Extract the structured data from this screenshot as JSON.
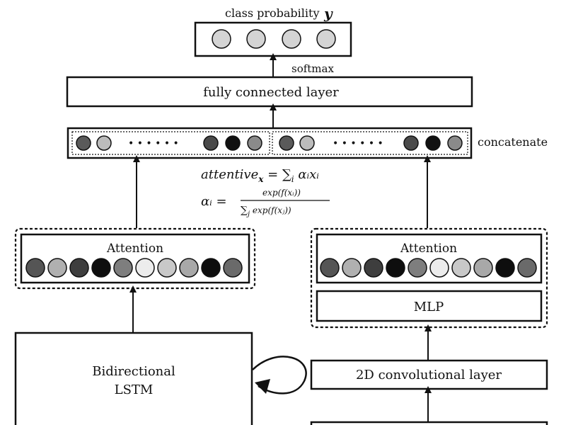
{
  "colors": {
    "stroke": "#111111",
    "background": "#ffffff"
  },
  "labels": {
    "class_probability": "class probability",
    "class_probability_var": "y",
    "softmax": "softmax",
    "fully_connected": "fully connected layer",
    "concatenate": "concatenate",
    "attention_left": "Attention",
    "attention_right": "Attention",
    "mlp": "MLP",
    "lstm_line1": "Bidirectional",
    "lstm_line2": "LSTM",
    "conv2d": "2D convolutional layer",
    "ellipsis": "• • •   • • •"
  },
  "formulas": {
    "attentive": {
      "lhs": "attentive",
      "lhs_sub": "x",
      "rhs": " = ∑",
      "rhs_sub": "i",
      "rhs_tail": " αᵢxᵢ"
    },
    "alpha": {
      "lhs": "αᵢ =",
      "numerator": "exp(f(xᵢ))",
      "denominator_sum": "∑",
      "denominator_sub": "j",
      "denominator": " exp(f(xⱼ))"
    }
  },
  "nodes": {
    "output_neurons": [
      "#d4d4d4",
      "#d4d4d4",
      "#d4d4d4",
      "#d4d4d4"
    ],
    "concat_left": [
      "#5a5a5a",
      "#bcbcbc",
      "#4a4a4a",
      "#111111",
      "#8a8a8a"
    ],
    "concat_right": [
      "#5a5a5a",
      "#bcbcbc",
      "#4a4a4a",
      "#111111",
      "#8a8a8a"
    ],
    "attention_left": [
      "#555555",
      "#b0b0b0",
      "#3e3e3e",
      "#0e0e0e",
      "#7e7e7e",
      "#ececec",
      "#c8c8c8",
      "#a8a8a8",
      "#0e0e0e",
      "#6a6a6a"
    ],
    "attention_right": [
      "#555555",
      "#b0b0b0",
      "#3e3e3e",
      "#0e0e0e",
      "#7e7e7e",
      "#ececec",
      "#c8c8c8",
      "#a8a8a8",
      "#0e0e0e",
      "#6a6a6a"
    ]
  }
}
